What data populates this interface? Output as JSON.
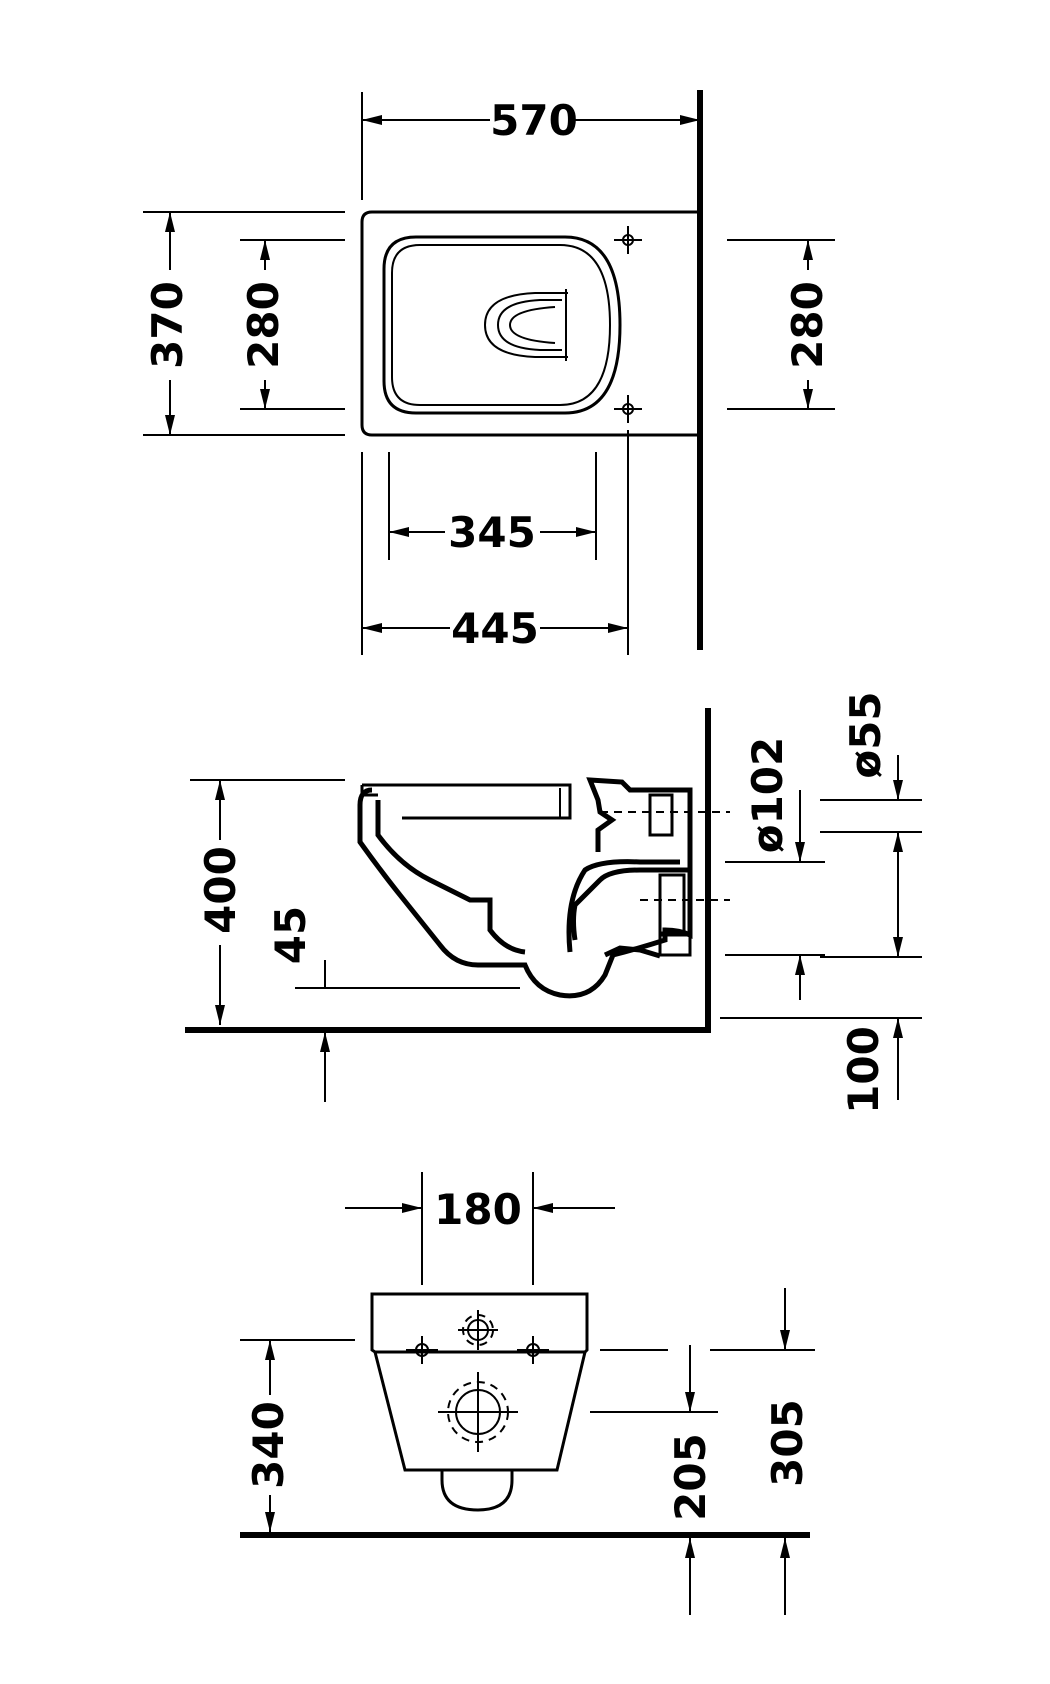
{
  "top_view": {
    "width_overall": "570",
    "depth_overall": "370",
    "fixing_left": "280",
    "fixing_right": "280",
    "bowl_length": "345",
    "pan_length": "445"
  },
  "side_view": {
    "height": "400",
    "rim_offset": "45",
    "outlet_diameter": "ø102",
    "inlet_diameter": "ø55",
    "floor_offset": "100"
  },
  "front_view": {
    "fixing_spacing": "180",
    "height_fixing": "340",
    "height_outlet": "205",
    "height_inlet": "305"
  }
}
